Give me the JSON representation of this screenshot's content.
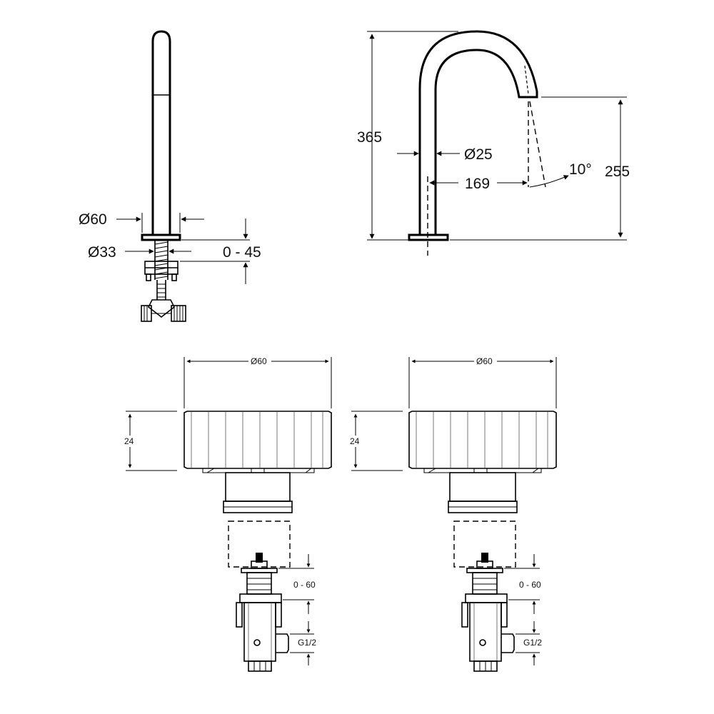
{
  "side_view": {
    "dia_base": "Ø60",
    "dia_shank": "Ø33",
    "deck_range": "0 - 45"
  },
  "profile_view": {
    "height_total": "365",
    "dia_spout": "Ø25",
    "reach": "169",
    "angle": "10°",
    "height_outlet": "255"
  },
  "valve_left": {
    "dia": "Ø60",
    "height": "24",
    "range": "0 - 60",
    "thread": "G1/2"
  },
  "valve_right": {
    "dia": "Ø60",
    "height": "24",
    "range": "0 - 60",
    "thread": "G1/2"
  }
}
